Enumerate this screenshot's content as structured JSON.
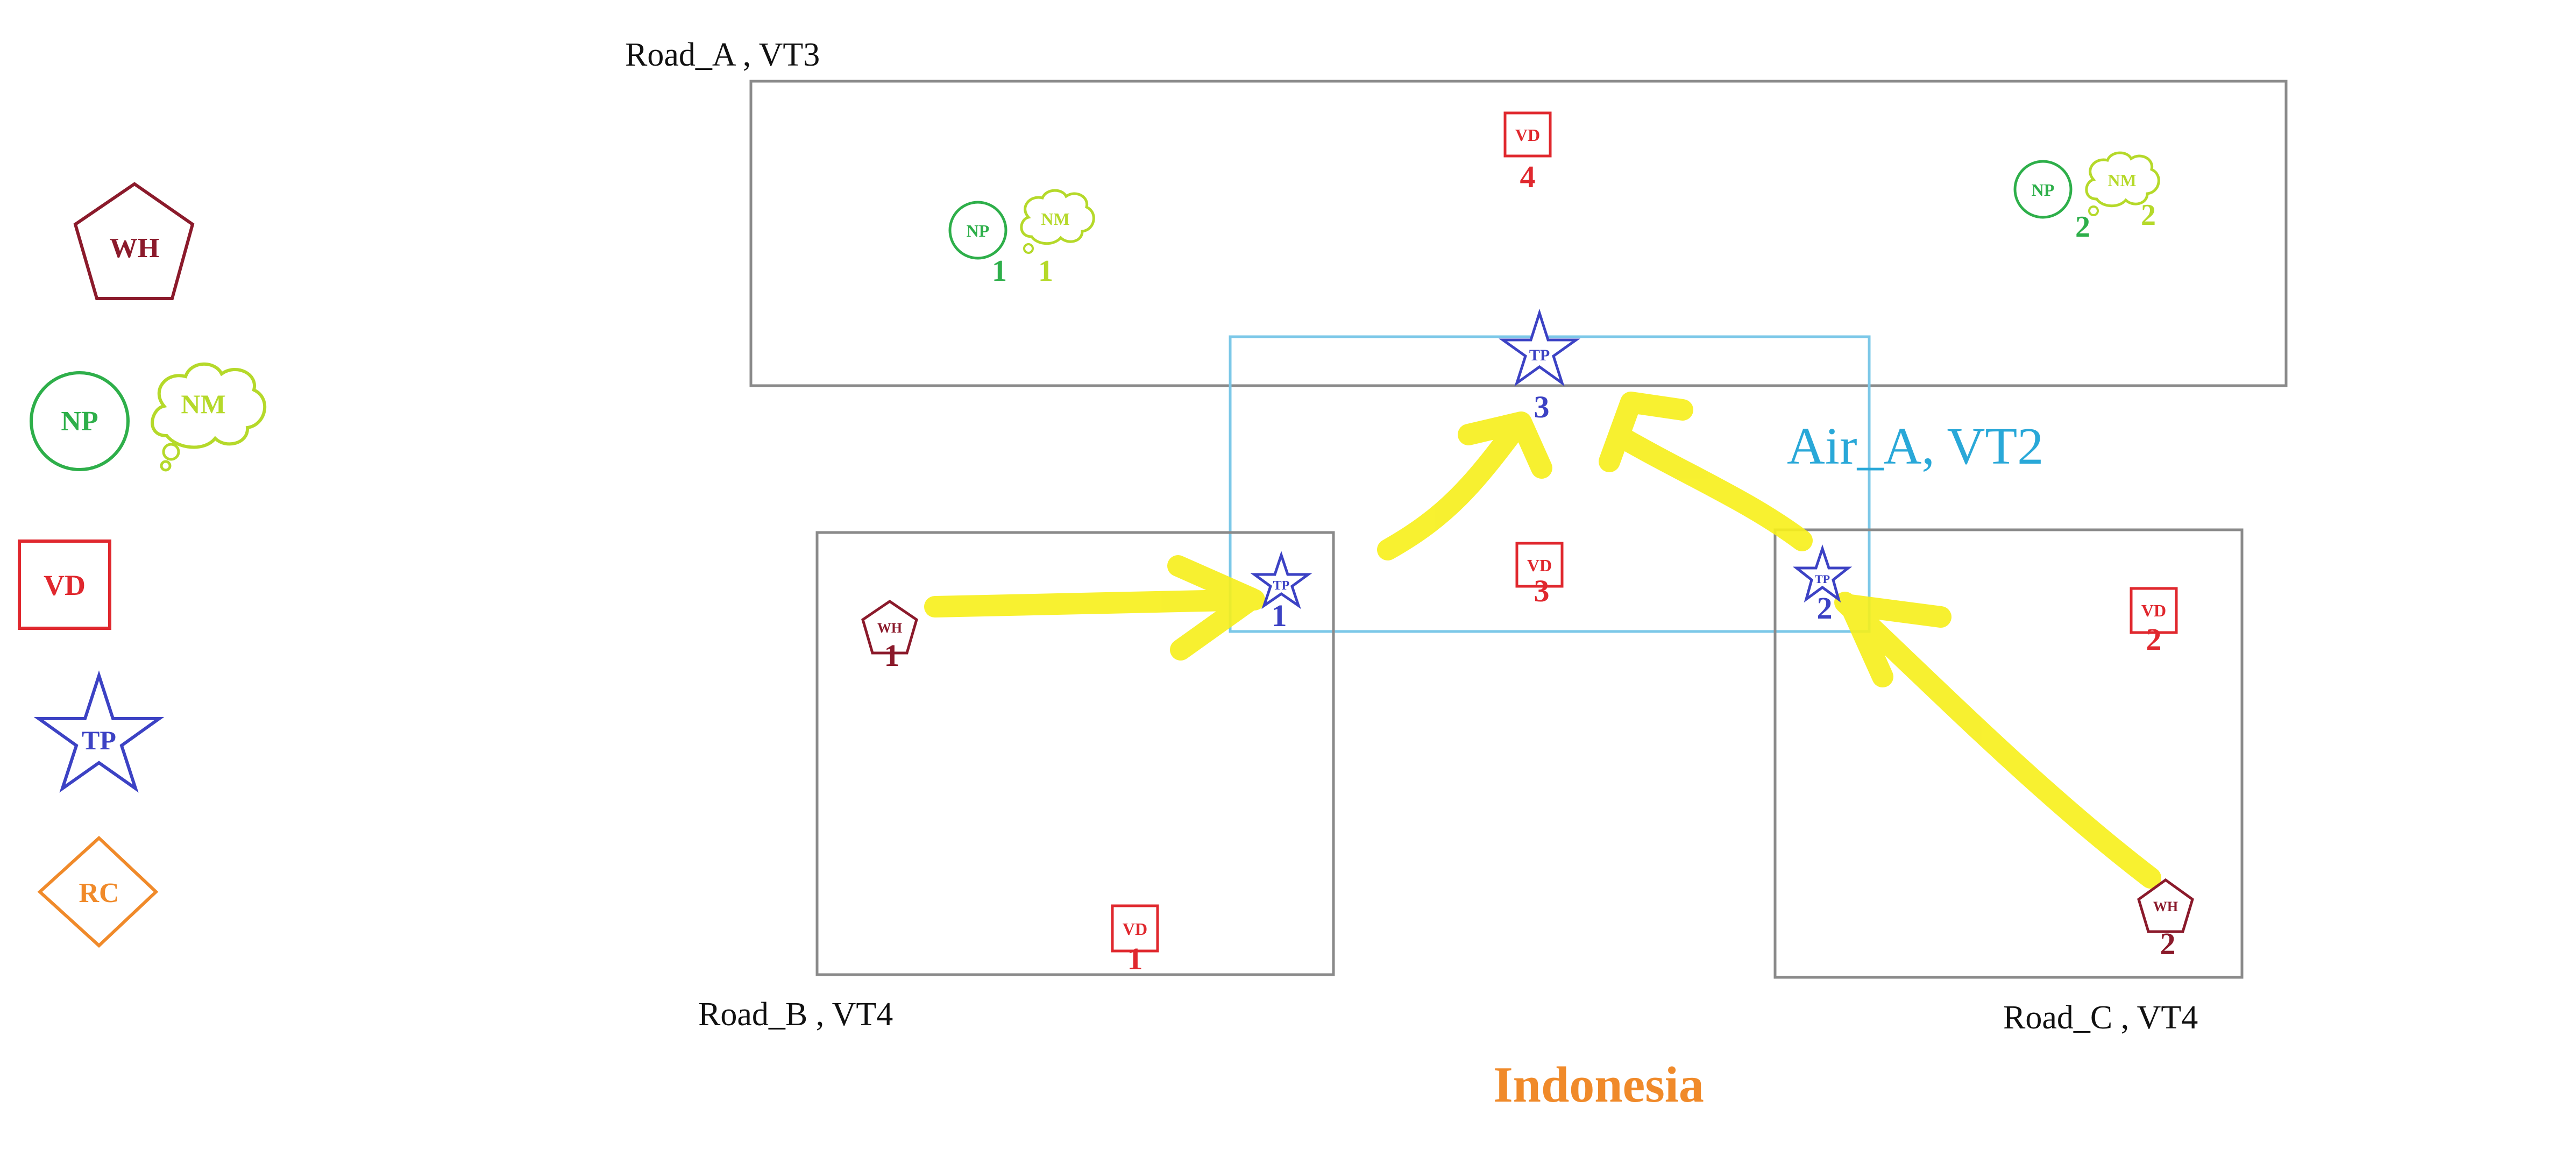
{
  "colors": {
    "wh": "#8b1a2b",
    "np": "#2eaf4a",
    "nm": "#b5d92a",
    "vd": "#e0282e",
    "tp": "#3c42c4",
    "rc": "#f08a2a",
    "road_border": "#8a8a8a",
    "air_border": "#7cc8e8",
    "air_text": "#29a8d8",
    "arrow": "#f7ef1a",
    "country": "#f08a2a"
  },
  "legend": {
    "wh": "WH",
    "np": "NP",
    "nm": "NM",
    "vd": "VD",
    "tp": "TP",
    "rc": "RC"
  },
  "regions": {
    "road_a": "Road_A , VT3",
    "road_b": "Road_B , VT4",
    "road_c": "Road_C , VT4",
    "air_a": "Air_A, VT2"
  },
  "country": "Indonesia",
  "nodes": {
    "wh1": {
      "label": "WH",
      "num": "1"
    },
    "wh2": {
      "label": "WH",
      "num": "2"
    },
    "np1": {
      "label": "NP",
      "num": "1"
    },
    "np2": {
      "label": "NP",
      "num": "2"
    },
    "nm1": {
      "label": "NM",
      "num": "1"
    },
    "nm2": {
      "label": "NM",
      "num": "2"
    },
    "vd1": {
      "label": "VD",
      "num": "1"
    },
    "vd2": {
      "label": "VD",
      "num": "2"
    },
    "vd3": {
      "label": "VD",
      "num": "3"
    },
    "vd4": {
      "label": "VD",
      "num": "4"
    },
    "tp1": {
      "label": "TP",
      "num": "1"
    },
    "tp2": {
      "label": "TP",
      "num": "2"
    },
    "tp3": {
      "label": "TP",
      "num": "3"
    }
  }
}
